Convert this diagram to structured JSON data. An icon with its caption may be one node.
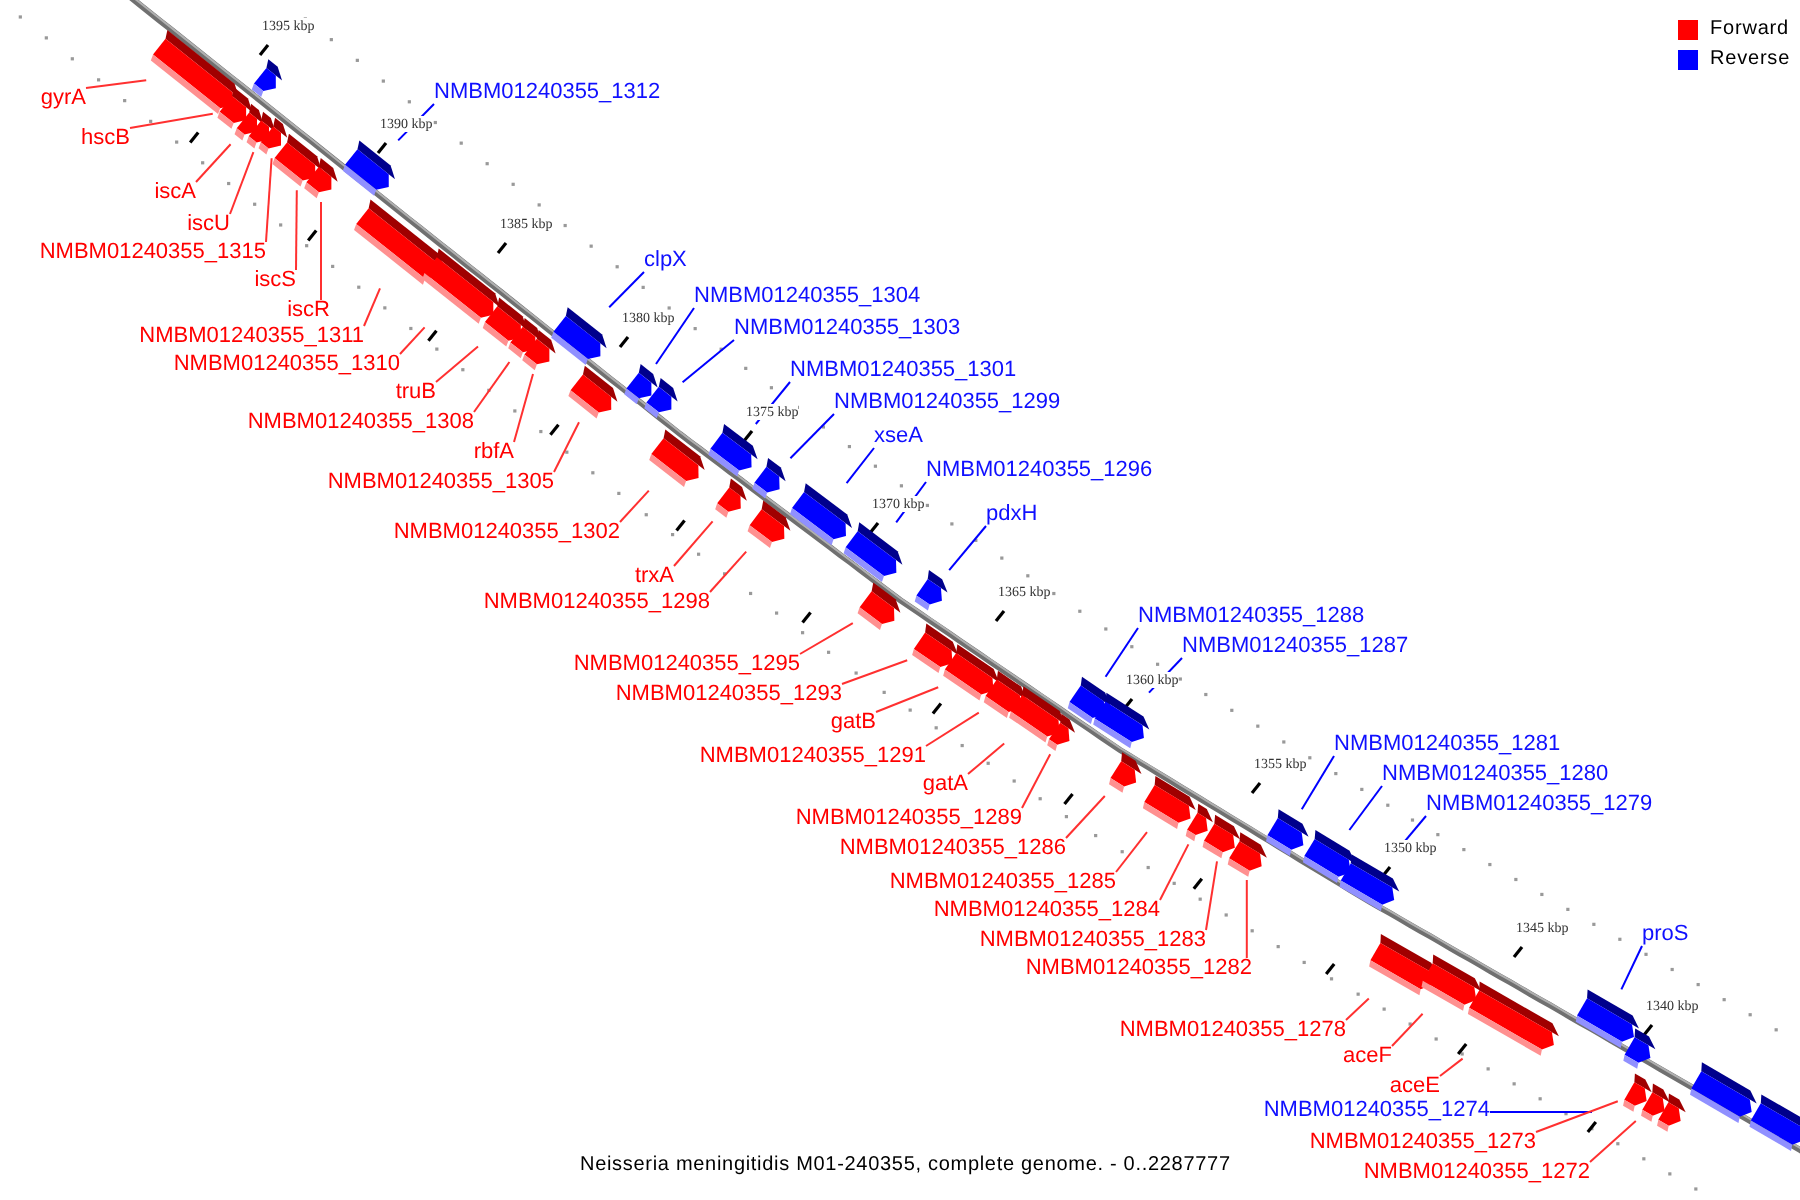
{
  "diagram": {
    "caption": "Neisseria meningitidis M01-240355, complete genome. - 0..2287777",
    "nodes": [
      {
        "text": [
          "gyrA"
        ]
      },
      {
        "text": [],
        "shape": "bar"
      },
      {
        "text": [
          "hscB"
        ]
      },
      {
        "text": [],
        "shape": "bar"
      },
      {
        "text": [
          "iscA"
        ]
      },
      {
        "text": [],
        "shape": "bar"
      },
      {
        "text": [
          "iscU"
        ]
      },
      {
        "text": [],
        "shape": "bar"
      },
      {
        "text": [
          "NMBM01240355_1315"
        ]
      },
      {
        "text": [],
        "shape": "bar"
      },
      {
        "text": [
          "iscS"
        ]
      },
      {
        "text": [],
        "shape": "bar"
      },
      {
        "text": [
          "iscR"
        ]
      },
      {
        "text": [],
        "shape": "bar"
      },
      {
        "text": [
          "NMBM01240355_1311"
        ]
      },
      {
        "text": [],
        "shape": "bar"
      },
      {
        "text": [
          "NMBM01240355_1310"
        ]
      },
      {
        "text": [],
        "shape": "bar"
      },
      {
        "text": [
          "truB"
        ]
      },
      {
        "text": [],
        "shape": "bar"
      },
      {
        "text": [
          "NMBM01240355_1308"
        ]
      },
      {
        "text": [],
        "shape": "bar"
      },
      {
        "text": [
          "rbfA"
        ]
      },
      {
        "text": [],
        "shape": "bar"
      },
      {
        "text": [
          "NMBM01240355_1305"
        ]
      },
      {
        "text": [],
        "shape": "bar"
      },
      {
        "text": [
          "NMBM01240355_1302"
        ]
      },
      {
        "text": [],
        "shape": "bar"
      },
      {
        "text": [
          "trxA"
        ]
      },
      {
        "text": [],
        "shape": "bar"
      },
      {
        "text": [
          "NMBM01240355_1298"
        ]
      },
      {
        "text": [],
        "shape": "bar"
      },
      {
        "text": [
          "NMBM01240355_1295"
        ]
      },
      {
        "text": [],
        "shape": "bar"
      },
      {
        "text": [
          "NMBM01240355_1293"
        ]
      },
      {
        "text": [],
        "shape": "bar"
      },
      {
        "text": [
          "gatB"
        ]
      },
      {
        "text": [],
        "shape": "bar"
      },
      {
        "text": [
          "NMBM01240355_1291"
        ]
      },
      {
        "text": [],
        "shape": "bar"
      },
      {
        "text": [
          "gatA"
        ]
      },
      {
        "text": [],
        "shape": "bar"
      },
      {
        "text": [
          "NMBM01240355_1289"
        ]
      },
      {
        "text": [],
        "shape": "bar"
      },
      {
        "text": [
          "NMBM01240355_1286"
        ]
      },
      {
        "text": [],
        "shape": "bar"
      },
      {
        "text": [
          "NMBM01240355_1285"
        ]
      },
      {
        "text": [],
        "shape": "bar"
      },
      {
        "text": [
          "NMBM01240355_1284"
        ]
      },
      {
        "text": [],
        "shape": "bar"
      },
      {
        "text": [
          "NMBM01240355_1283"
        ]
      },
      {
        "text": [],
        "shape": "bar"
      },
      {
        "text": [
          "NMBM01240355_1282"
        ]
      },
      {
        "text": [],
        "shape": "bar"
      },
      {
        "text": [
          "NMBM01240355_1278"
        ]
      },
      {
        "text": [],
        "shape": "bar"
      },
      {
        "text": [
          "aceF"
        ]
      },
      {
        "text": [],
        "shape": "bar"
      },
      {
        "text": [
          "aceE"
        ]
      },
      {
        "text": [],
        "shape": "bar"
      },
      {
        "text": [
          "NMBM01240355_1274"
        ]
      },
      {
        "text": [
          "NMBM01240355_1273"
        ]
      },
      {
        "text": [],
        "shape": "bar"
      },
      {
        "text": [
          "NMBM01240355_1272"
        ]
      },
      {
        "text": [],
        "shape": "bar"
      },
      {
        "text": [],
        "shape": "bar"
      },
      {
        "text": [],
        "shape": "bar"
      },
      {
        "text": [
          "NMBM01240355_1312"
        ]
      },
      {
        "text": [],
        "shape": "bar"
      },
      {
        "text": [
          "clpX"
        ]
      },
      {
        "text": [],
        "shape": "bar"
      },
      {
        "text": [
          "NMBM01240355_1304"
        ]
      },
      {
        "text": [],
        "shape": "bar"
      },
      {
        "text": [
          "NMBM01240355_1303"
        ]
      },
      {
        "text": [],
        "shape": "bar"
      },
      {
        "text": [
          "NMBM01240355_1301"
        ]
      },
      {
        "text": [],
        "shape": "bar"
      },
      {
        "text": [
          "NMBM01240355_1299"
        ]
      },
      {
        "text": [],
        "shape": "bar"
      },
      {
        "text": [
          "xseA"
        ]
      },
      {
        "text": [],
        "shape": "bar"
      },
      {
        "text": [
          "NMBM01240355_1296"
        ]
      },
      {
        "text": [],
        "shape": "bar"
      },
      {
        "text": [
          "pdxH"
        ]
      },
      {
        "text": [],
        "shape": "bar"
      },
      {
        "text": [
          "NMBM01240355_1288"
        ]
      },
      {
        "text": [],
        "shape": "bar"
      },
      {
        "text": [
          "NMBM01240355_1287"
        ]
      },
      {
        "text": [],
        "shape": "bar"
      },
      {
        "text": [
          "NMBM01240355_1281"
        ]
      },
      {
        "text": [],
        "shape": "bar"
      },
      {
        "text": [
          "NMBM01240355_1280"
        ]
      },
      {
        "text": [],
        "shape": "bar"
      },
      {
        "text": [
          "NMBM01240355_1279"
        ]
      },
      {
        "text": [],
        "shape": "bar"
      },
      {
        "text": [
          "proS"
        ]
      },
      {
        "text": [],
        "shape": "bar"
      },
      {
        "text": [],
        "shape": "bar"
      },
      {
        "text": [],
        "shape": "bar"
      },
      {
        "text": [],
        "shape": "bar"
      }
    ],
    "edges": [
      {
        "from": 0,
        "to": 1,
        "arrow": "none"
      },
      {
        "from": 2,
        "to": 3,
        "arrow": "none"
      },
      {
        "from": 4,
        "to": 5,
        "arrow": "none"
      },
      {
        "from": 6,
        "to": 7,
        "arrow": "none"
      },
      {
        "from": 8,
        "to": 9,
        "arrow": "none"
      },
      {
        "from": 10,
        "to": 11,
        "arrow": "none"
      },
      {
        "from": 12,
        "to": 13,
        "arrow": "none"
      },
      {
        "from": 14,
        "to": 15,
        "arrow": "none"
      },
      {
        "from": 16,
        "to": 17,
        "arrow": "none"
      },
      {
        "from": 18,
        "to": 19,
        "arrow": "none"
      },
      {
        "from": 20,
        "to": 21,
        "arrow": "none"
      },
      {
        "from": 22,
        "to": 23,
        "arrow": "none"
      },
      {
        "from": 24,
        "to": 25,
        "arrow": "none"
      },
      {
        "from": 26,
        "to": 27,
        "arrow": "none"
      },
      {
        "from": 28,
        "to": 29,
        "arrow": "none"
      },
      {
        "from": 30,
        "to": 31,
        "arrow": "none"
      },
      {
        "from": 32,
        "to": 33,
        "arrow": "none"
      },
      {
        "from": 34,
        "to": 35,
        "arrow": "none"
      },
      {
        "from": 36,
        "to": 37,
        "arrow": "none"
      },
      {
        "from": 38,
        "to": 39,
        "arrow": "none"
      },
      {
        "from": 40,
        "to": 41,
        "arrow": "none"
      },
      {
        "from": 42,
        "to": 43,
        "arrow": "none"
      },
      {
        "from": 44,
        "to": 45,
        "arrow": "none"
      },
      {
        "from": 46,
        "to": 47,
        "arrow": "none"
      },
      {
        "from": 48,
        "to": 49,
        "arrow": "none"
      },
      {
        "from": 50,
        "to": 51,
        "arrow": "none"
      },
      {
        "from": 52,
        "to": 53,
        "arrow": "none"
      },
      {
        "from": 54,
        "to": 55,
        "arrow": "none"
      },
      {
        "from": 56,
        "to": 57,
        "arrow": "none"
      },
      {
        "from": 58,
        "to": 59,
        "arrow": "none"
      },
      {
        "from": 60,
        "to": null,
        "arrow": "none",
        "color": "#0000ff"
      },
      {
        "from": 61,
        "to": 62,
        "arrow": "none"
      },
      {
        "from": 63,
        "to": 64,
        "arrow": "none"
      },
      {
        "from": 67,
        "to": 68,
        "arrow": "none",
        "color": "#0000ff"
      },
      {
        "from": 69,
        "to": 70,
        "arrow": "none",
        "color": "#0000ff"
      },
      {
        "from": 71,
        "to": 72,
        "arrow": "none",
        "color": "#0000ff"
      },
      {
        "from": 73,
        "to": 74,
        "arrow": "none",
        "color": "#0000ff"
      },
      {
        "from": 75,
        "to": 76,
        "arrow": "none",
        "color": "#0000ff"
      },
      {
        "from": 77,
        "to": 78,
        "arrow": "none",
        "color": "#0000ff"
      },
      {
        "from": 79,
        "to": 80,
        "arrow": "none",
        "color": "#0000ff"
      },
      {
        "from": 81,
        "to": 82,
        "arrow": "none",
        "color": "#0000ff"
      },
      {
        "from": 83,
        "to": 84,
        "arrow": "none",
        "color": "#0000ff"
      },
      {
        "from": 85,
        "to": 86,
        "arrow": "none",
        "color": "#0000ff"
      },
      {
        "from": 87,
        "to": 88,
        "arrow": "none",
        "color": "#0000ff"
      },
      {
        "from": 89,
        "to": 90,
        "arrow": "none",
        "color": "#0000ff"
      },
      {
        "from": 91,
        "to": 92,
        "arrow": "none",
        "color": "#0000ff"
      },
      {
        "from": 93,
        "to": 94,
        "arrow": "none",
        "color": "#0000ff"
      },
      {
        "from": 95,
        "to": 96,
        "arrow": "none",
        "color": "#0000ff"
      }
    ],
    "labels": [
      "1395 kbp",
      "1390 kbp",
      "1385 kbp",
      "1380 kbp",
      "1375 kbp",
      "1370 kbp",
      "1365 kbp",
      "1360 kbp",
      "1355 kbp",
      "1350 kbp",
      "1345 kbp",
      "1340 kbp"
    ],
    "legend": [
      {
        "text": "Forward",
        "color": "#ff0000"
      },
      {
        "text": "Reverse",
        "color": "#0000ff"
      }
    ]
  }
}
